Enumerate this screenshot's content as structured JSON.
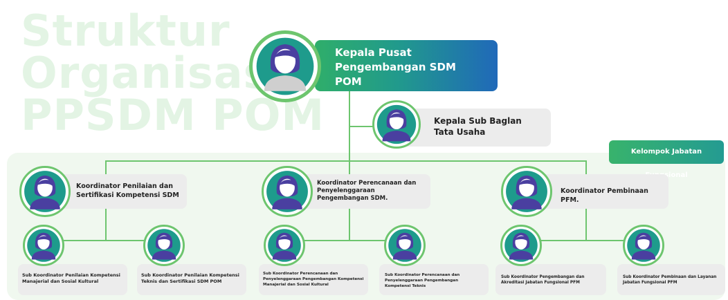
{
  "background_title": [
    "Struktur",
    "Organisasi",
    "PPSDM POM"
  ],
  "head": {
    "title": "Kepala Pusat Pengembangan SDM POM"
  },
  "sub_bagian": {
    "title": "Kepala Sub Baglan Tata Usaha"
  },
  "kelompok": {
    "label": "Kelompok Jabatan Fungsional"
  },
  "koordinator": [
    {
      "title": "Koordinator Penilaian dan Sertifikasi Kompetensi SDM"
    },
    {
      "title": "Koordinator Perencanaan dan Penyelenggaraan Pengembangan SDM."
    },
    {
      "title": "Koordinator Pembinaan PFM."
    }
  ],
  "sub_koordinator": [
    {
      "title": "Sub Koordinator Penilaian Kompetensi Manajerial dan Sosial Kultural"
    },
    {
      "title": "Sub Koordinator Penilaian Kompetensi Teknis dan Sertifikasi SDM POM"
    },
    {
      "title": "Sub Koordinator Perencanaan dan Penyelenggaraan Pengembangan Kompetensi Manajerial dan Sosial Kultural"
    },
    {
      "title": "Sub Koordinator Perencanaan dan Penyelenggaraan Pengembangan Kompetensi Teknis"
    },
    {
      "title": "Sub Koordinator Pengembangan dan Akreditasi Jabatan Fungsional PFM"
    },
    {
      "title": "Sub Koordinator Pembinaan dan Layanan Jabatan Fungsional PFM"
    }
  ],
  "colors": {
    "green": "#6dc56e",
    "teal": "#1e9b8c",
    "blue": "#2069b9",
    "figure": "#4a3fa0",
    "box": "#ececec"
  }
}
